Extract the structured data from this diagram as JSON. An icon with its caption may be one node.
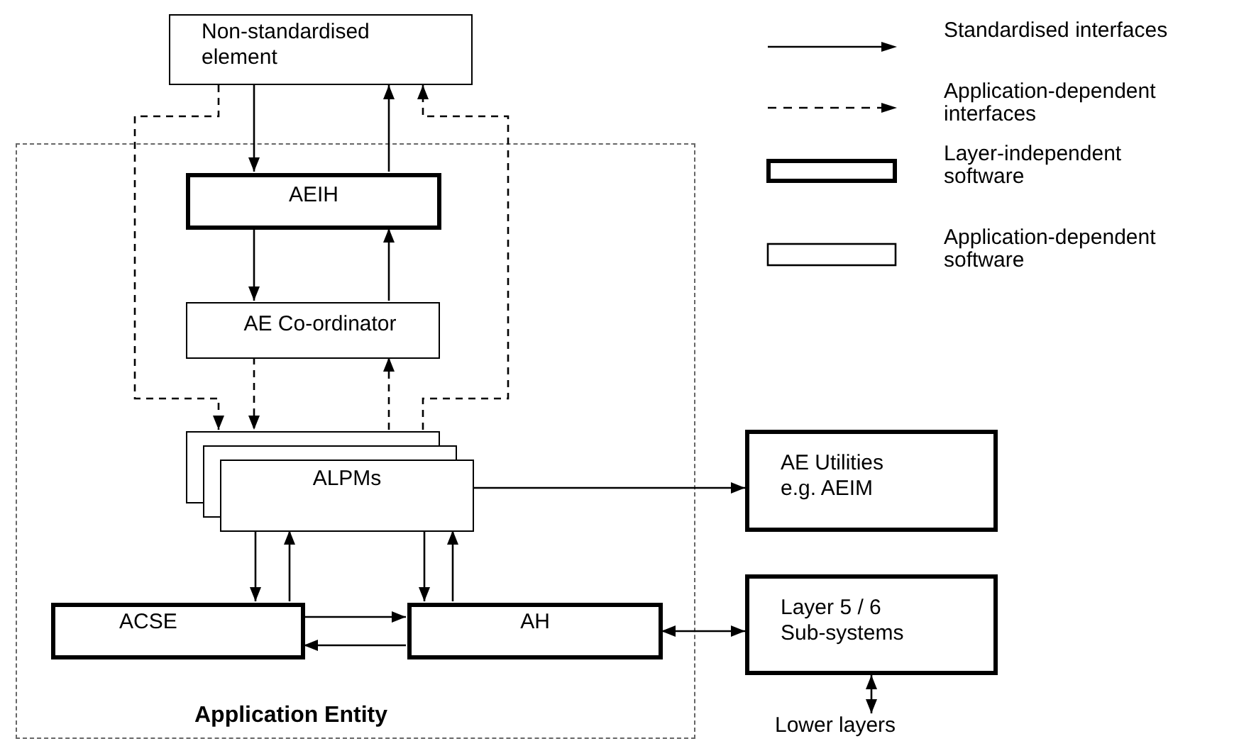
{
  "diagram": {
    "nodes": [
      {
        "text": [
          "Non-standardised element"
        ]
      },
      {
        "text": [
          "Application Entity"
        ]
      },
      {
        "text": [
          "AEIH"
        ],
        "in": 1
      },
      {
        "text": [
          "AE Co-ordinator"
        ],
        "in": 1
      },
      {
        "text": [
          "ALPMs"
        ],
        "in": 1
      },
      {
        "text": [
          "ACSE"
        ],
        "in": 1
      },
      {
        "text": [
          "AH"
        ],
        "in": 1
      },
      {
        "text": [
          "AE Utilities e.g. AEIM"
        ]
      },
      {
        "text": [
          "Layer 5 / 6 Sub-systems"
        ]
      },
      {
        "text": [
          "Lower layers"
        ]
      }
    ],
    "edges": [
      {
        "from": 0,
        "to": 2,
        "arrow": "to"
      },
      {
        "from": 2,
        "to": 0,
        "arrow": "to"
      },
      {
        "from": 2,
        "to": 3,
        "arrow": "to"
      },
      {
        "from": 3,
        "to": 2,
        "arrow": "to"
      },
      {
        "from": 0,
        "to": 4,
        "arrow": "to",
        "style": "dashed"
      },
      {
        "from": 3,
        "to": 4,
        "arrow": "to",
        "style": "dashed"
      },
      {
        "from": 4,
        "to": 3,
        "arrow": "to",
        "style": "dashed"
      },
      {
        "from": 4,
        "to": 0,
        "arrow": "to",
        "style": "dashed"
      },
      {
        "from": 4,
        "to": 7,
        "arrow": "to"
      },
      {
        "from": 4,
        "to": 5,
        "arrow": "to"
      },
      {
        "from": 5,
        "to": 4,
        "arrow": "to"
      },
      {
        "from": 4,
        "to": 6,
        "arrow": "to"
      },
      {
        "from": 6,
        "to": 4,
        "arrow": "to"
      },
      {
        "from": 5,
        "to": 6,
        "arrow": "to"
      },
      {
        "from": 6,
        "to": 5,
        "arrow": "to"
      },
      {
        "from": 6,
        "to": 8,
        "arrow": "both"
      },
      {
        "from": 8,
        "to": 9,
        "arrow": "both"
      }
    ],
    "legend": [
      {
        "text": "Standardised interfaces"
      },
      {
        "text": "Application-dependent interfaces"
      },
      {
        "text": "Layer-independent software"
      },
      {
        "text": "Application-dependent software"
      }
    ]
  }
}
